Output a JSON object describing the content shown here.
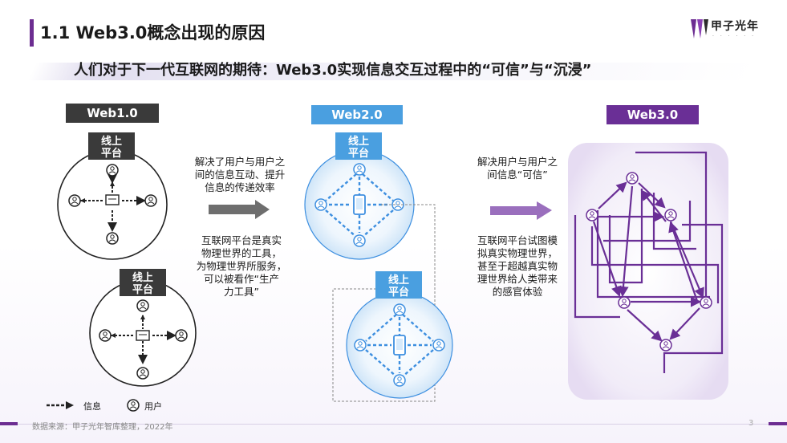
{
  "header": {
    "title": "1.1 Web3.0概念出现的原因",
    "logo_text": "甲子光年",
    "subtitle": "人们对于下一代互联网的期待：Web3.0实现信息交互过程中的“可信”与“沉浸”"
  },
  "columns": {
    "web1": {
      "tag": "Web1.0",
      "platform_label_top": "线上",
      "platform_label_bottom": "平台",
      "desc_top": [
        "解决了用户与用户之",
        "间的信息互动、提升",
        "信息的传递效率"
      ],
      "desc_bottom": [
        "互联网平台是真实",
        "物理世界的工具，",
        "为物理世界所服务，",
        "可以被看作“生产",
        "力工具”"
      ]
    },
    "web2": {
      "tag": "Web2.0",
      "platform_label_top": "线上",
      "platform_label_bottom": "平台"
    },
    "web3": {
      "tag": "Web3.0",
      "desc_top": [
        "解决用户与用户之",
        "间信息“可信”"
      ],
      "desc_bottom": [
        "互联网平台试图模",
        "拟真实物理世界，",
        "甚至于超越真实物",
        "理世界给人类带来",
        "的感官体验"
      ]
    }
  },
  "legend": {
    "info_label": "信息",
    "user_label": "用户"
  },
  "footer": {
    "source": "数据来源：甲子光年智库整理，2022年",
    "page": "3"
  },
  "colors": {
    "accent": "#6c2d91",
    "web1": "#3a3a3a",
    "web2": "#4a9fe0",
    "web3": "#6a2f96"
  }
}
